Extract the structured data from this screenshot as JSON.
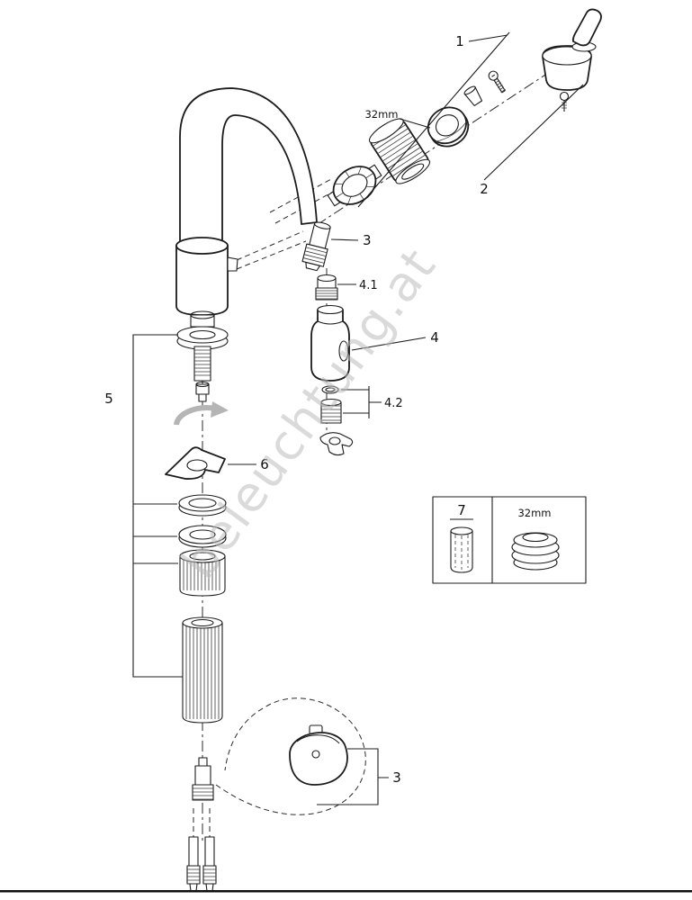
{
  "page": {
    "background_color": "#ffffff",
    "footer_rule_color": "#101010",
    "watermark_text": "beleuchtung.at",
    "watermark_color": "#bdbdbd"
  },
  "diagram": {
    "line_color": "#1c1c1c",
    "callouts": {
      "c1": "1",
      "c2": "2",
      "c3_top": "3",
      "c3_bottom": "3",
      "c4": "4",
      "c4_1": "4.1",
      "c4_2": "4.2",
      "c5": "5",
      "c6": "6"
    },
    "dimension_labels": {
      "aerator_size": "32mm"
    },
    "parts_box": {
      "callout": "7",
      "size_label": "32mm"
    }
  }
}
